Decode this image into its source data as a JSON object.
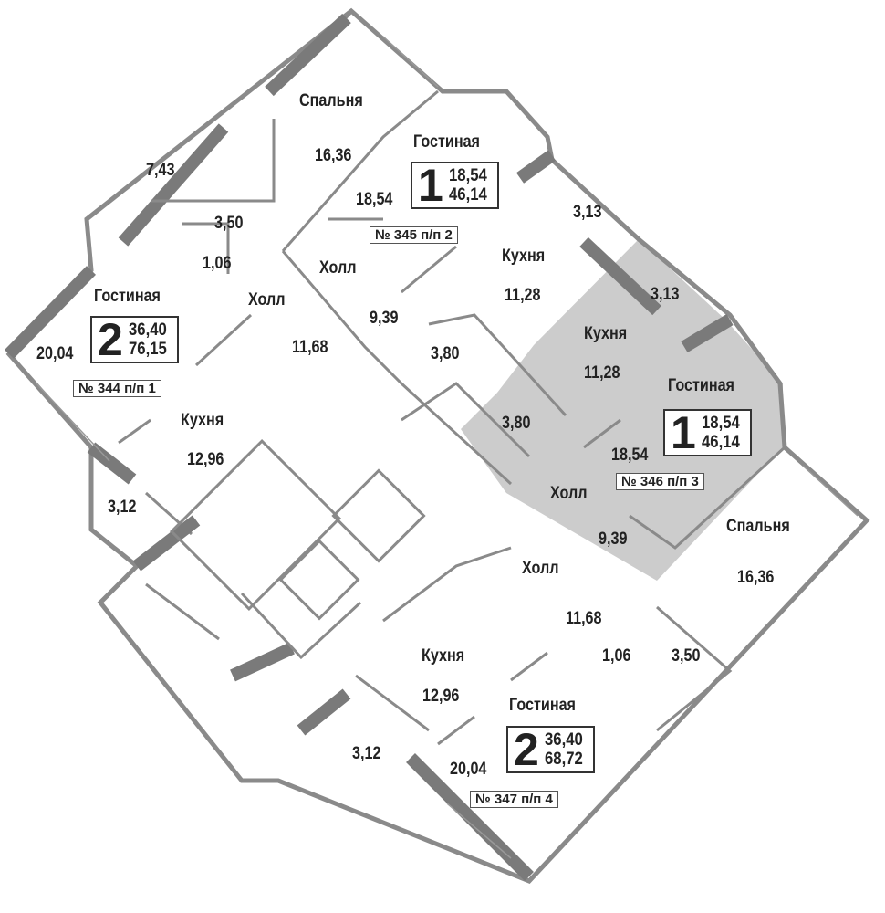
{
  "colors": {
    "wall": "#8a8a8a",
    "highlight": "#cccccc",
    "text": "#222222"
  },
  "apartments": [
    {
      "rooms_count": "2",
      "living_area": "36,40",
      "total_area": "76,15",
      "number": "№ 344 п/п 1",
      "rooms": {
        "bedroom": "Спальня",
        "bedroom_area": "16,36",
        "living": "Гостиная",
        "living_area": "20,04",
        "hall": "Холл",
        "hall_area": "11,68",
        "kitchen": "Кухня",
        "kitchen_area": "12,96",
        "bath": "3,50",
        "wc": "1,06",
        "closet": "7,43",
        "balcony": "3,12"
      }
    },
    {
      "rooms_count": "1",
      "living_area": "18,54",
      "total_area": "46,14",
      "number": "№ 345 п/п 2",
      "rooms": {
        "living": "Гостиная",
        "living_area": "18,54",
        "hall": "Холл",
        "hall_area": "9,39",
        "kitchen": "Кухня",
        "kitchen_area": "11,28",
        "bath": "3,80",
        "balcony": "3,13"
      }
    },
    {
      "rooms_count": "1",
      "living_area": "18,54",
      "total_area": "46,14",
      "number": "№ 346 п/п 3",
      "highlighted": true,
      "rooms": {
        "living": "Гостиная",
        "living_area": "18,54",
        "hall": "Холл",
        "hall_area": "9,39",
        "kitchen": "Кухня",
        "kitchen_area": "11,28",
        "bath": "3,80",
        "balcony": "3,13"
      }
    },
    {
      "rooms_count": "2",
      "living_area": "36,40",
      "total_area": "68,72",
      "number": "№ 347 п/п 4",
      "rooms": {
        "bedroom": "Спальня",
        "bedroom_area": "16,36",
        "living": "Гостиная",
        "living_area": "20,04",
        "hall": "Холл",
        "hall_area": "11,68",
        "kitchen": "Кухня",
        "kitchen_area": "12,96",
        "bath": "3,50",
        "wc": "1,06",
        "balcony": "3,12"
      }
    }
  ]
}
